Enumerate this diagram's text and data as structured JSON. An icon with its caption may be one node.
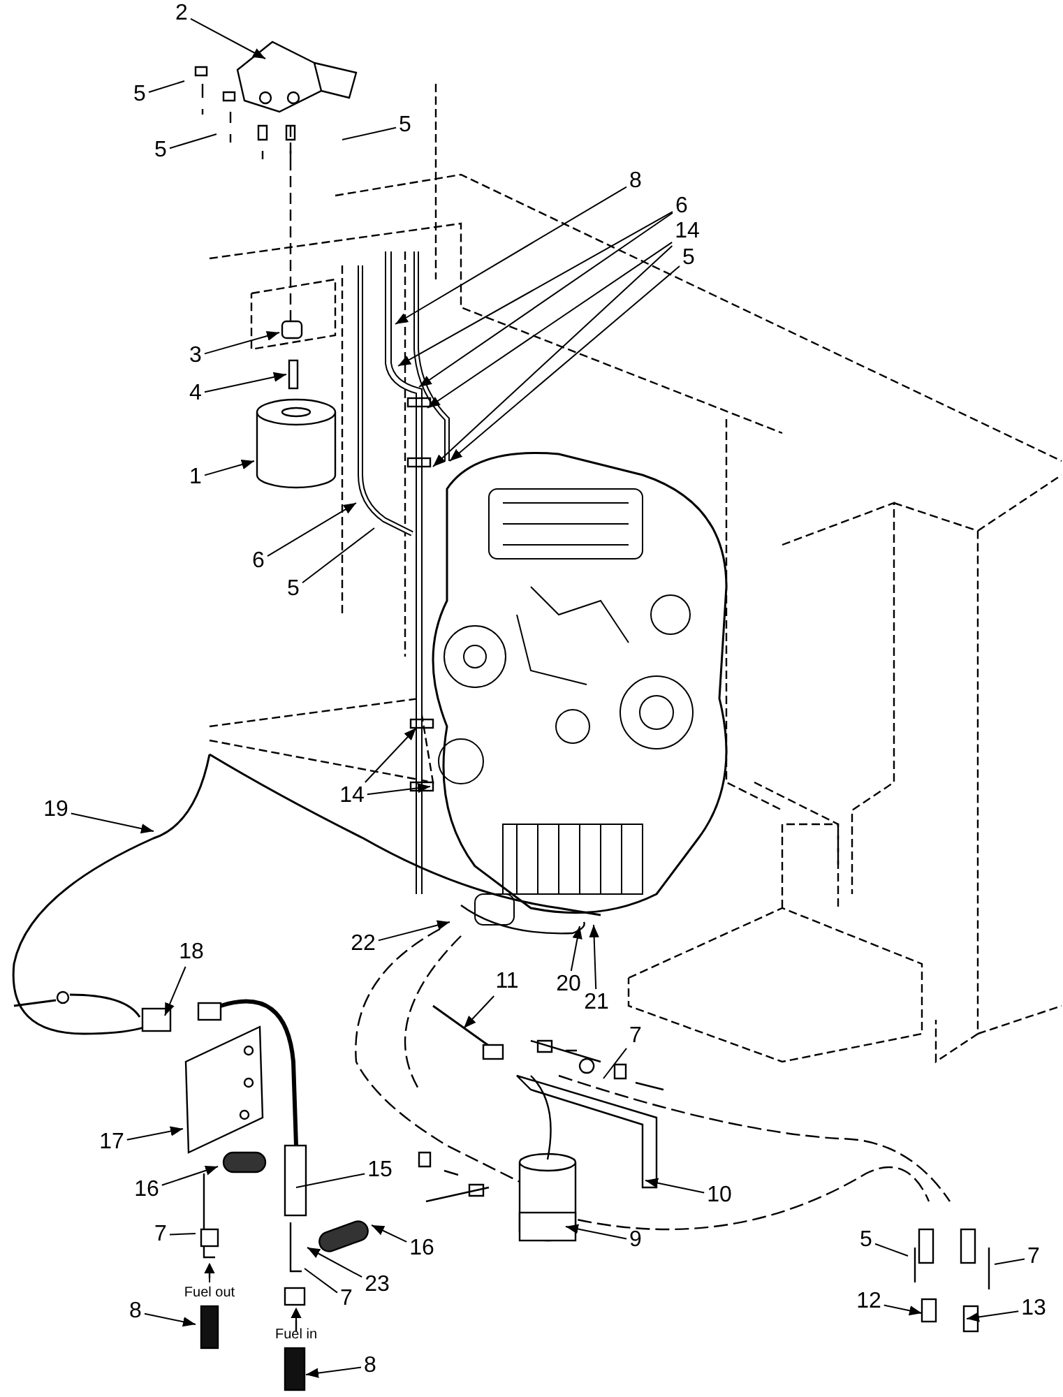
{
  "diagram": {
    "nodes": [
      {
        "text": [
          "2"
        ]
      },
      {
        "text": [
          "5"
        ]
      },
      {
        "text": [
          "5"
        ]
      },
      {
        "text": [
          "5"
        ]
      },
      {
        "text": [
          "8"
        ]
      },
      {
        "text": [
          "6"
        ]
      },
      {
        "text": [
          "14"
        ]
      },
      {
        "text": [
          "5"
        ]
      },
      {
        "text": [
          "3"
        ]
      },
      {
        "text": [
          "4"
        ]
      },
      {
        "text": [
          "1"
        ]
      },
      {
        "text": [
          "6"
        ]
      },
      {
        "text": [
          "5"
        ]
      },
      {
        "text": [
          "19"
        ]
      },
      {
        "text": [
          "14"
        ]
      },
      {
        "text": [
          "22"
        ]
      },
      {
        "text": [
          "20"
        ]
      },
      {
        "text": [
          "21"
        ]
      },
      {
        "text": [
          "18"
        ]
      },
      {
        "text": [
          "11"
        ]
      },
      {
        "text": [
          "7"
        ]
      },
      {
        "text": [
          "17"
        ]
      },
      {
        "text": [
          "16"
        ]
      },
      {
        "text": [
          "15"
        ]
      },
      {
        "text": [
          "7"
        ]
      },
      {
        "text": [
          "16"
        ]
      },
      {
        "text": [
          "23"
        ]
      },
      {
        "text": [
          "7"
        ]
      },
      {
        "text": [
          "8"
        ]
      },
      {
        "text": [
          "8"
        ]
      },
      {
        "text": [
          "9"
        ]
      },
      {
        "text": [
          "10"
        ]
      },
      {
        "text": [
          "5"
        ]
      },
      {
        "text": [
          "7"
        ]
      },
      {
        "text": [
          "12"
        ]
      },
      {
        "text": [
          "13"
        ]
      }
    ],
    "edges": [
      {
        "from": 0,
        "to": null,
        "arrow": "to"
      },
      {
        "from": 1,
        "to": null,
        "arrow": "none"
      },
      {
        "from": 2,
        "to": null,
        "arrow": "none"
      },
      {
        "from": 3,
        "to": null,
        "arrow": "none"
      },
      {
        "from": 4,
        "to": null,
        "arrow": "to"
      },
      {
        "from": 5,
        "to": null,
        "arrow": "to"
      },
      {
        "from": 5,
        "to": null,
        "arrow": "to"
      },
      {
        "from": 6,
        "to": null,
        "arrow": "to"
      },
      {
        "from": 6,
        "to": null,
        "arrow": "to"
      },
      {
        "from": 7,
        "to": null,
        "arrow": "to"
      },
      {
        "from": 8,
        "to": null,
        "arrow": "to"
      },
      {
        "from": 9,
        "to": null,
        "arrow": "to"
      },
      {
        "from": 10,
        "to": null,
        "arrow": "to"
      },
      {
        "from": 11,
        "to": null,
        "arrow": "to"
      },
      {
        "from": 12,
        "to": null,
        "arrow": "none"
      },
      {
        "from": 13,
        "to": null,
        "arrow": "to"
      },
      {
        "from": 14,
        "to": null,
        "arrow": "to"
      },
      {
        "from": 14,
        "to": null,
        "arrow": "to"
      },
      {
        "from": 15,
        "to": null,
        "arrow": "to"
      },
      {
        "from": 16,
        "to": null,
        "arrow": "to"
      },
      {
        "from": 17,
        "to": null,
        "arrow": "to"
      },
      {
        "from": 18,
        "to": null,
        "arrow": "to"
      },
      {
        "from": 19,
        "to": null,
        "arrow": "to"
      },
      {
        "from": 20,
        "to": null,
        "arrow": "none"
      },
      {
        "from": 21,
        "to": null,
        "arrow": "to"
      },
      {
        "from": 22,
        "to": null,
        "arrow": "to"
      },
      {
        "from": 23,
        "to": null,
        "arrow": "none"
      },
      {
        "from": 24,
        "to": null,
        "arrow": "none"
      },
      {
        "from": 25,
        "to": null,
        "arrow": "to"
      },
      {
        "from": 26,
        "to": null,
        "arrow": "to"
      },
      {
        "from": 27,
        "to": null,
        "arrow": "none"
      },
      {
        "from": 28,
        "to": null,
        "arrow": "to"
      },
      {
        "from": 29,
        "to": null,
        "arrow": "to"
      },
      {
        "from": 30,
        "to": null,
        "arrow": "to"
      },
      {
        "from": 31,
        "to": null,
        "arrow": "to"
      },
      {
        "from": 32,
        "to": null,
        "arrow": "none"
      },
      {
        "from": 33,
        "to": null,
        "arrow": "none"
      },
      {
        "from": 34,
        "to": null,
        "arrow": "to"
      },
      {
        "from": 35,
        "to": null,
        "arrow": "to"
      }
    ],
    "labels": [
      "Fuel out",
      "Fuel in"
    ]
  }
}
